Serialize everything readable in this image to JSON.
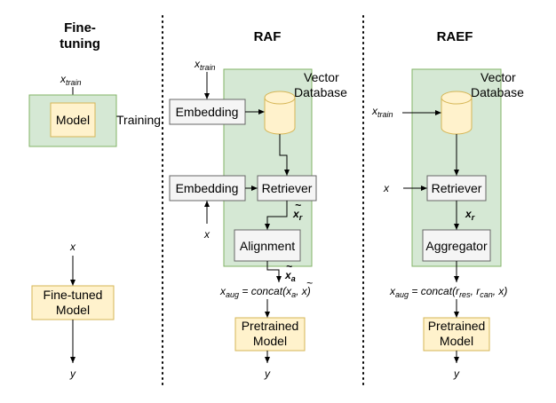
{
  "sections": {
    "finetuning": {
      "title_line1": "Fine-",
      "title_line2": "tuning"
    },
    "raf": {
      "title": "RAF"
    },
    "raef": {
      "title": "RAEF"
    }
  },
  "labels": {
    "x_base": "x",
    "train_sub": "train",
    "model": "Model",
    "training": "Training",
    "finetuned_line1": "Fine-tuned",
    "finetuned_line2": "Model",
    "y": "y",
    "vector_line1": "Vector",
    "vector_line2": "Database",
    "embedding": "Embedding",
    "retriever": "Retriever",
    "alignment": "Alignment",
    "aggregator": "Aggregator",
    "pretrained_line1": "Pretrained",
    "pretrained_line2": "Model",
    "xr_base": "x",
    "xr_sub": "r",
    "xa_sub": "a",
    "aug_sub": "aug",
    "raf_formula_pre": " = concat(",
    "raf_formula_post": ", x)",
    "raef_formula_pre": " = concat(r",
    "res_sub": "res",
    "raef_formula_mid": ", r",
    "can_sub": "can",
    "raef_formula_post": ", x)"
  },
  "colors": {
    "green_fill": "#d5e8d4",
    "green_stroke": "#82b366",
    "yellow_fill": "#fff2cc",
    "yellow_stroke": "#d6b656",
    "gray_fill": "#f5f5f5",
    "gray_stroke": "#666666"
  }
}
